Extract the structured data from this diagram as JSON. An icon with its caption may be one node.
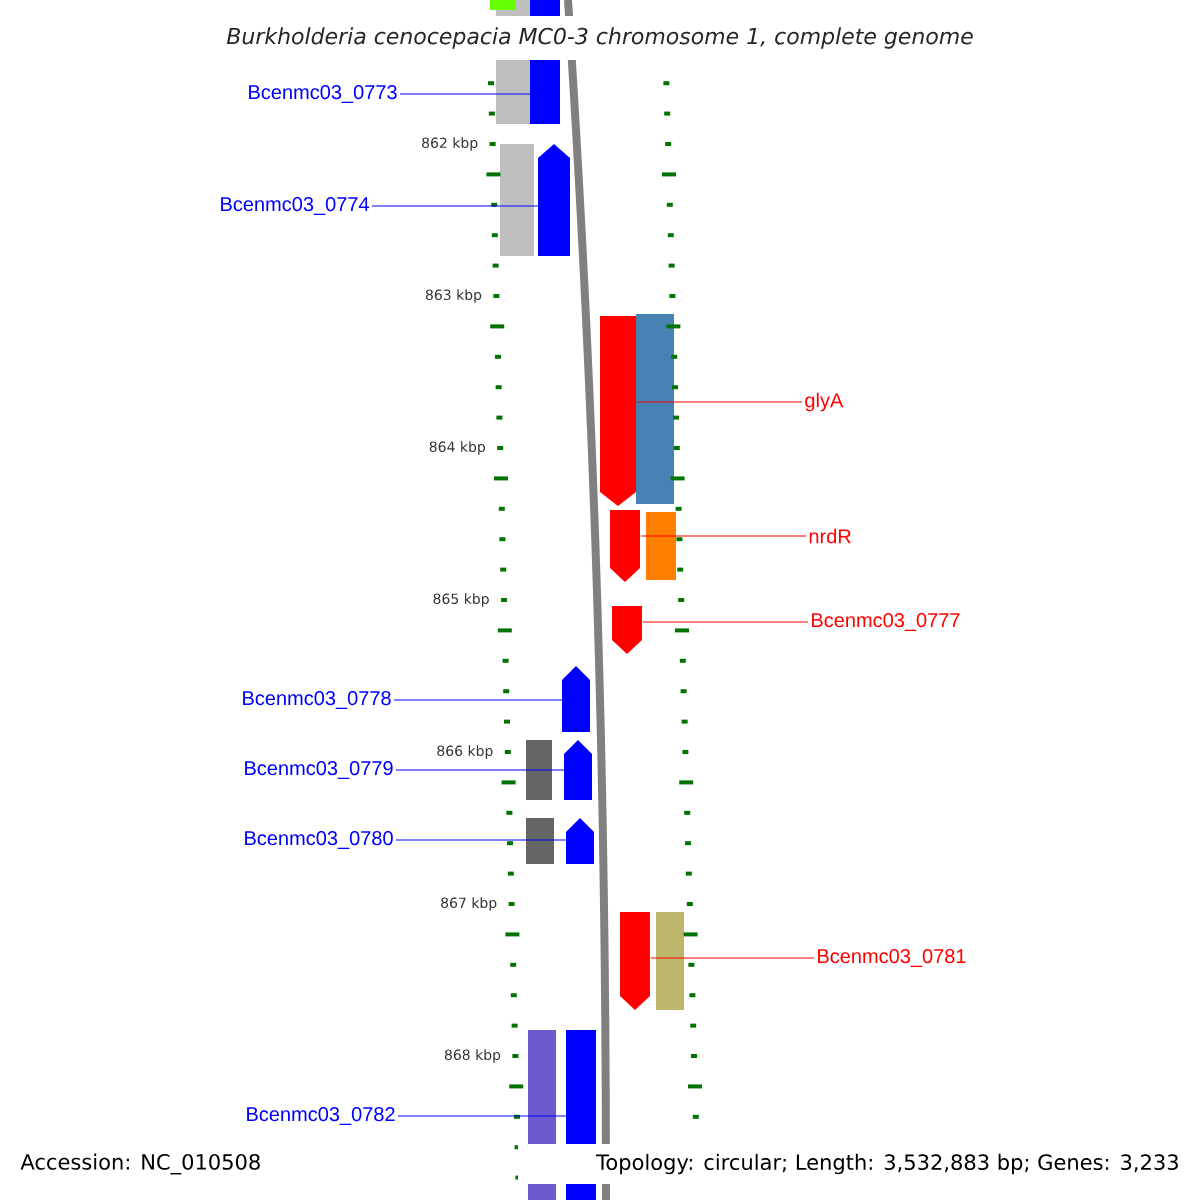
{
  "diagram": {
    "title": "Burkholderia cenocepacia MC0-3 chromosome 1, complete genome",
    "nodes": [
      {
        "text": [
          "Bcenmc03_0773"
        ]
      },
      {
        "text": [
          "Bcenmc03_0774"
        ]
      },
      {
        "text": [
          "glyA"
        ]
      },
      {
        "text": [
          "nrdR"
        ]
      },
      {
        "text": [
          "Bcenmc03_0777"
        ]
      },
      {
        "text": [
          "Bcenmc03_0778"
        ]
      },
      {
        "text": [
          "Bcenmc03_0779"
        ]
      },
      {
        "text": [
          "Bcenmc03_0780"
        ]
      },
      {
        "text": [
          "Bcenmc03_0781"
        ]
      },
      {
        "text": [
          "Bcenmc03_0782"
        ]
      },
      {
        "text": [],
        "shape": "bar"
      },
      {
        "text": [],
        "shape": "bar"
      },
      {
        "text": [],
        "shape": "bar"
      },
      {
        "text": [],
        "shape": "bar"
      },
      {
        "text": [],
        "shape": "bar"
      },
      {
        "text": [],
        "shape": "bar"
      },
      {
        "text": [],
        "shape": "bar"
      },
      {
        "text": [],
        "shape": "bar"
      },
      {
        "text": [],
        "shape": "bar"
      },
      {
        "text": [],
        "shape": "bar"
      }
    ],
    "edges": [
      {
        "from": 0,
        "to": 10,
        "arrow": "none"
      },
      {
        "from": 1,
        "to": 11,
        "arrow": "none"
      },
      {
        "from": 2,
        "to": 12,
        "arrow": "none",
        "color": "#ff0000"
      },
      {
        "from": 3,
        "to": 13,
        "arrow": "none",
        "color": "#ff0000"
      },
      {
        "from": 4,
        "to": 14,
        "arrow": "none",
        "color": "#ff0000"
      },
      {
        "from": 5,
        "to": 15,
        "arrow": "none"
      },
      {
        "from": 6,
        "to": 16,
        "arrow": "none"
      },
      {
        "from": 7,
        "to": 17,
        "arrow": "none"
      },
      {
        "from": 8,
        "to": 18,
        "arrow": "none",
        "color": "#ff0000"
      },
      {
        "from": 9,
        "to": 19,
        "arrow": "none"
      }
    ],
    "labels": [
      "862 kbp",
      "863 kbp",
      "864 kbp",
      "865 kbp",
      "866 kbp",
      "867 kbp",
      "868 kbp",
      "Accession: NC_010508",
      "Topology: circular; Length: 3,532,883 bp; Genes: 3,233"
    ]
  }
}
